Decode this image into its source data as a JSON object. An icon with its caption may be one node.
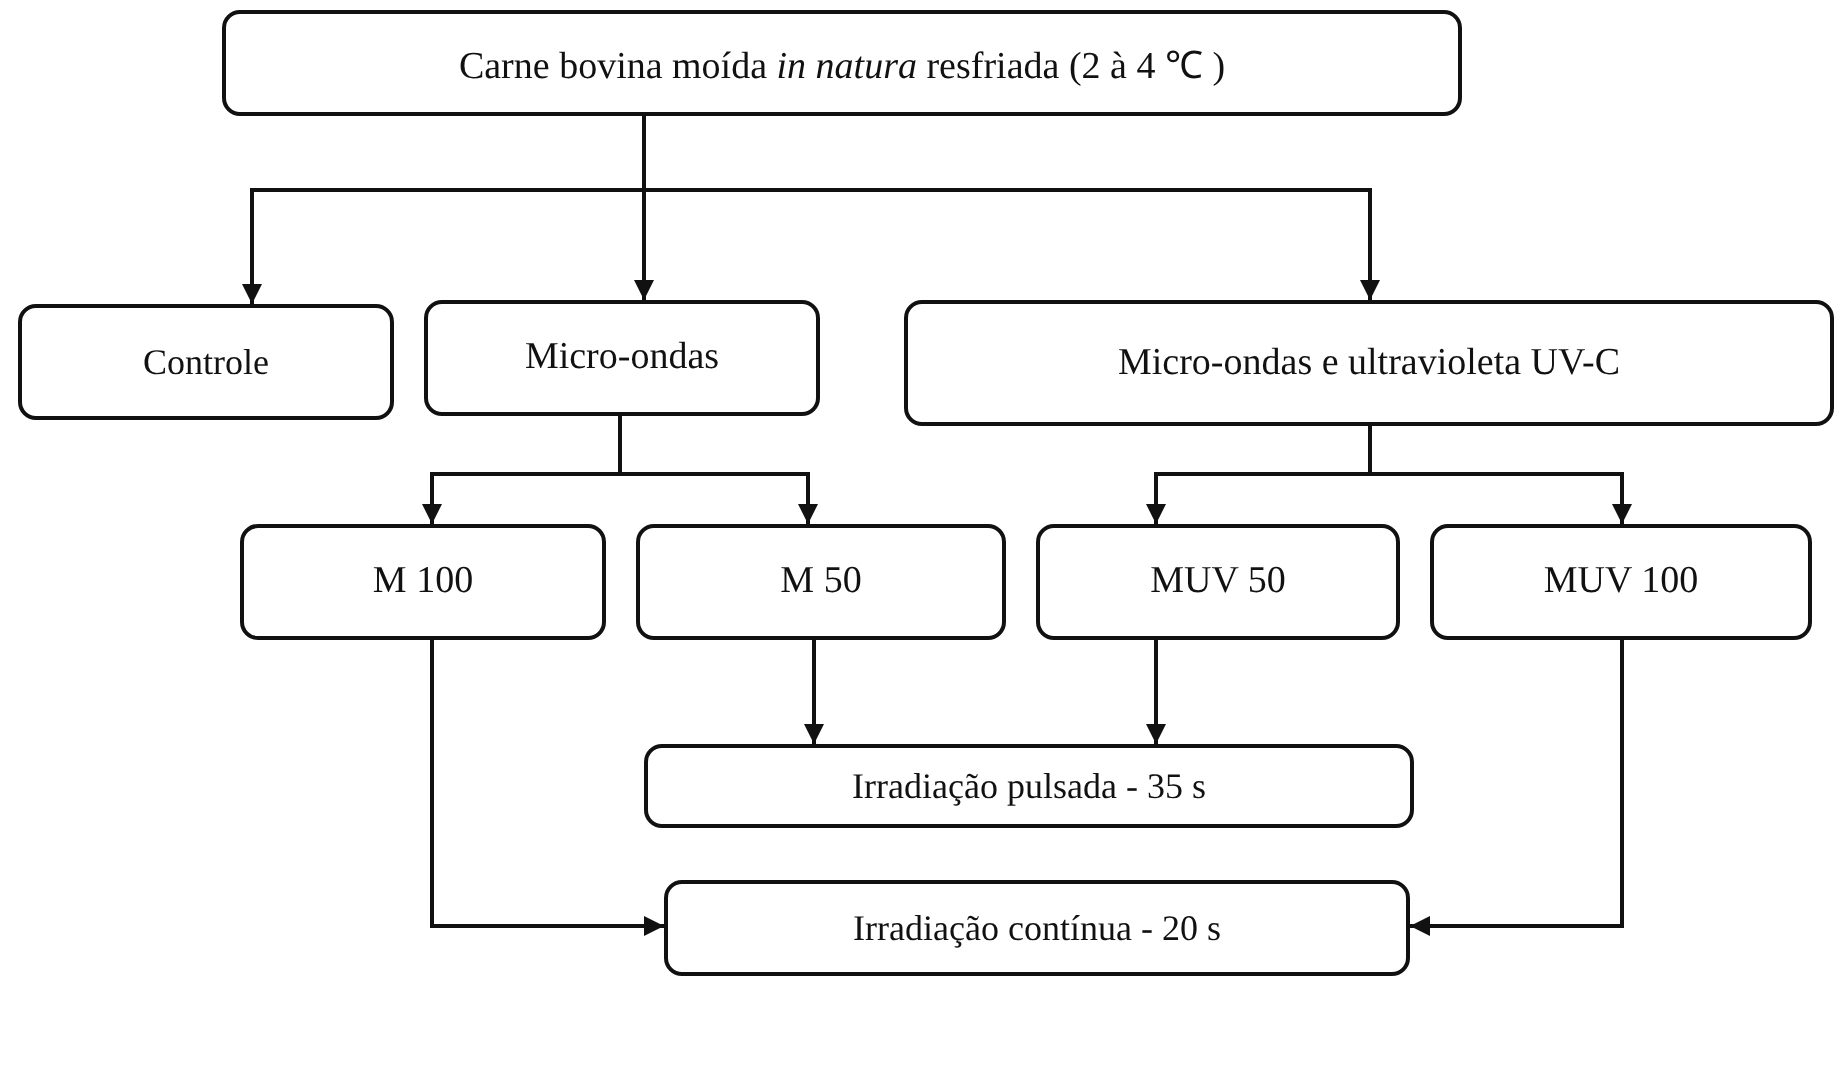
{
  "diagram": {
    "nodes": [
      {
        "text": [
          "Carne bovina moída *in natura* resfriada  (2 à 4 ℃ )"
        ]
      },
      {
        "text": [
          "Controle"
        ]
      },
      {
        "text": [
          "Micro-ondas"
        ]
      },
      {
        "text": [
          "Micro-ondas e ultravioleta UV-C"
        ]
      },
      {
        "text": [
          "M 100"
        ]
      },
      {
        "text": [
          "M 50"
        ]
      },
      {
        "text": [
          "MUV 50"
        ]
      },
      {
        "text": [
          "MUV 100"
        ]
      },
      {
        "text": [
          "Irradiação pulsada - 35 s"
        ]
      },
      {
        "text": [
          "Irradiação contínua - 20 s"
        ]
      }
    ],
    "edges": [
      {
        "from": 0,
        "to": 1,
        "arrow": "to"
      },
      {
        "from": 0,
        "to": 2,
        "arrow": "to"
      },
      {
        "from": 0,
        "to": 3,
        "arrow": "to"
      },
      {
        "from": 2,
        "to": 4,
        "arrow": "to"
      },
      {
        "from": 2,
        "to": 5,
        "arrow": "to"
      },
      {
        "from": 3,
        "to": 6,
        "arrow": "to"
      },
      {
        "from": 3,
        "to": 7,
        "arrow": "to"
      },
      {
        "from": 5,
        "to": 8,
        "arrow": "to"
      },
      {
        "from": 6,
        "to": 8,
        "arrow": "to"
      },
      {
        "from": 4,
        "to": 9,
        "arrow": "to"
      },
      {
        "from": 7,
        "to": 9,
        "arrow": "to"
      }
    ]
  }
}
